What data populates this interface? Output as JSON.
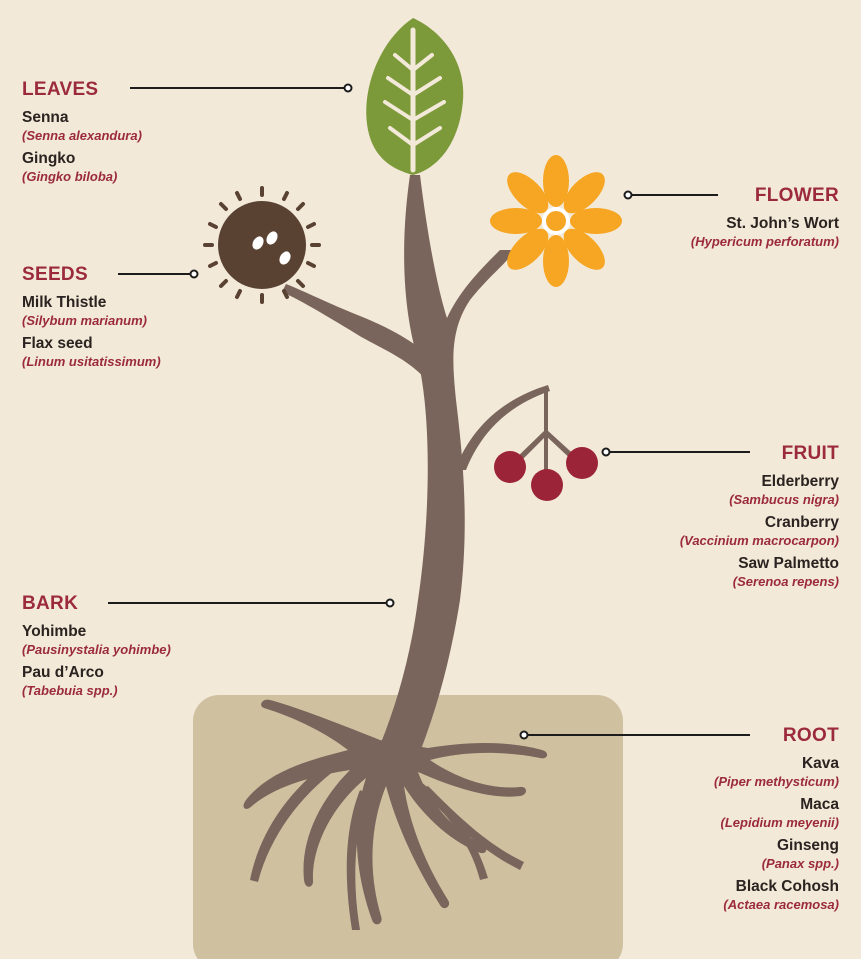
{
  "groups": {
    "leaves": {
      "heading": "LEAVES",
      "plants": [
        {
          "name": "Senna",
          "latin": "(Senna alexandura)"
        },
        {
          "name": "Gingko",
          "latin": "(Gingko biloba)"
        }
      ]
    },
    "seeds": {
      "heading": "SEEDS",
      "plants": [
        {
          "name": "Milk Thistle",
          "latin": "(Silybum marianum)"
        },
        {
          "name": "Flax seed",
          "latin": "(Linum usitatissimum)"
        }
      ]
    },
    "bark": {
      "heading": "BARK",
      "plants": [
        {
          "name": "Yohimbe",
          "latin": "(Pausinystalia yohimbe)"
        },
        {
          "name": "Pau d’Arco",
          "latin": "(Tabebuia spp.)"
        }
      ]
    },
    "flower": {
      "heading": "FLOWER",
      "plants": [
        {
          "name": "St. John’s Wort",
          "latin": "(Hypericum perforatum)"
        }
      ]
    },
    "fruit": {
      "heading": "FRUIT",
      "plants": [
        {
          "name": "Elderberry",
          "latin": "(Sambucus nigra)"
        },
        {
          "name": "Cranberry",
          "latin": "(Vaccinium macrocarpon)"
        },
        {
          "name": "Saw Palmetto",
          "latin": "(Serenoa repens)"
        }
      ]
    },
    "root": {
      "heading": "ROOT",
      "plants": [
        {
          "name": "Kava",
          "latin": "(Piper methysticum)"
        },
        {
          "name": "Maca",
          "latin": "(Lepidium meyenii)"
        },
        {
          "name": "Ginseng",
          "latin": "(Panax spp.)"
        },
        {
          "name": "Black Cohosh",
          "latin": "(Actaea racemosa)"
        }
      ]
    }
  },
  "colors": {
    "background": "#f3e9d8",
    "soil": "#cfc1a0",
    "trunk": "#7a655c",
    "leaf": "#7d9a3b",
    "flower": "#f6a623",
    "fruit": "#9b2438",
    "seed_pod": "#5a4232",
    "heading": "#9b2b3a"
  }
}
